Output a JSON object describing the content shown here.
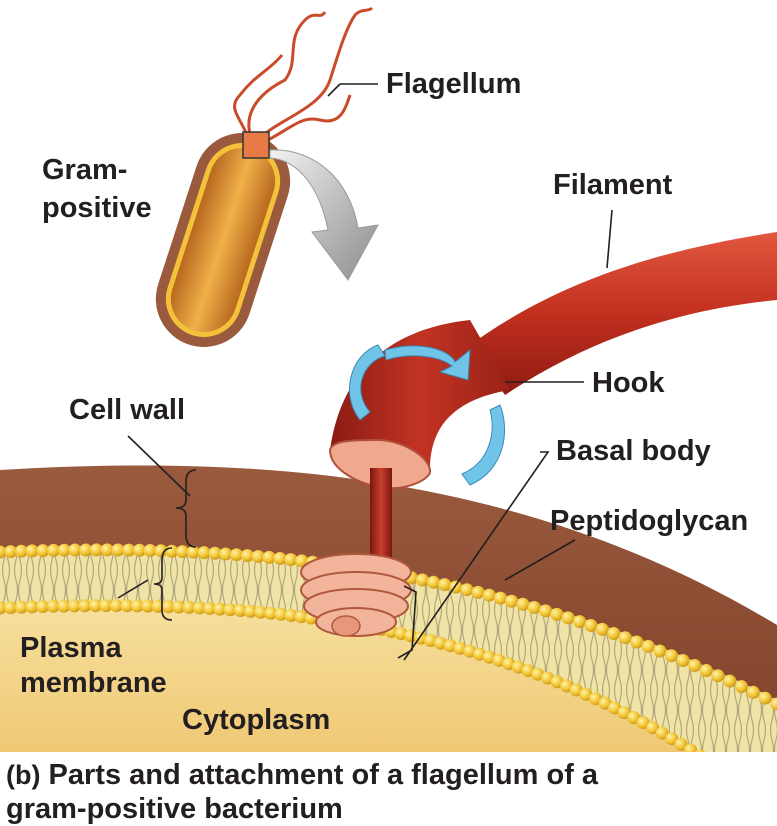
{
  "labels": {
    "flagellum": "Flagellum",
    "gram_positive_line1": "Gram-",
    "gram_positive_line2": "positive",
    "filament": "Filament",
    "hook": "Hook",
    "cell_wall": "Cell wall",
    "basal_body": "Basal body",
    "peptidoglycan": "Peptidoglycan",
    "plasma_membrane_line1": "Plasma",
    "plasma_membrane_line2": "membrane",
    "cytoplasm": "Cytoplasm"
  },
  "caption": {
    "tag": "(b)",
    "line1": "Parts and attachment of a flagellum of a",
    "line2": "gram-positive bacterium"
  },
  "colors": {
    "cell_wall": "#8a4a2e",
    "membrane_bead": "#f2c832",
    "cytoplasm": "#f3d48a",
    "filament": "#b8281f",
    "basal_body": "#f0b39a",
    "rotation_arrow": "#6fc4e8",
    "bacterium_body": "#e8a31c"
  }
}
